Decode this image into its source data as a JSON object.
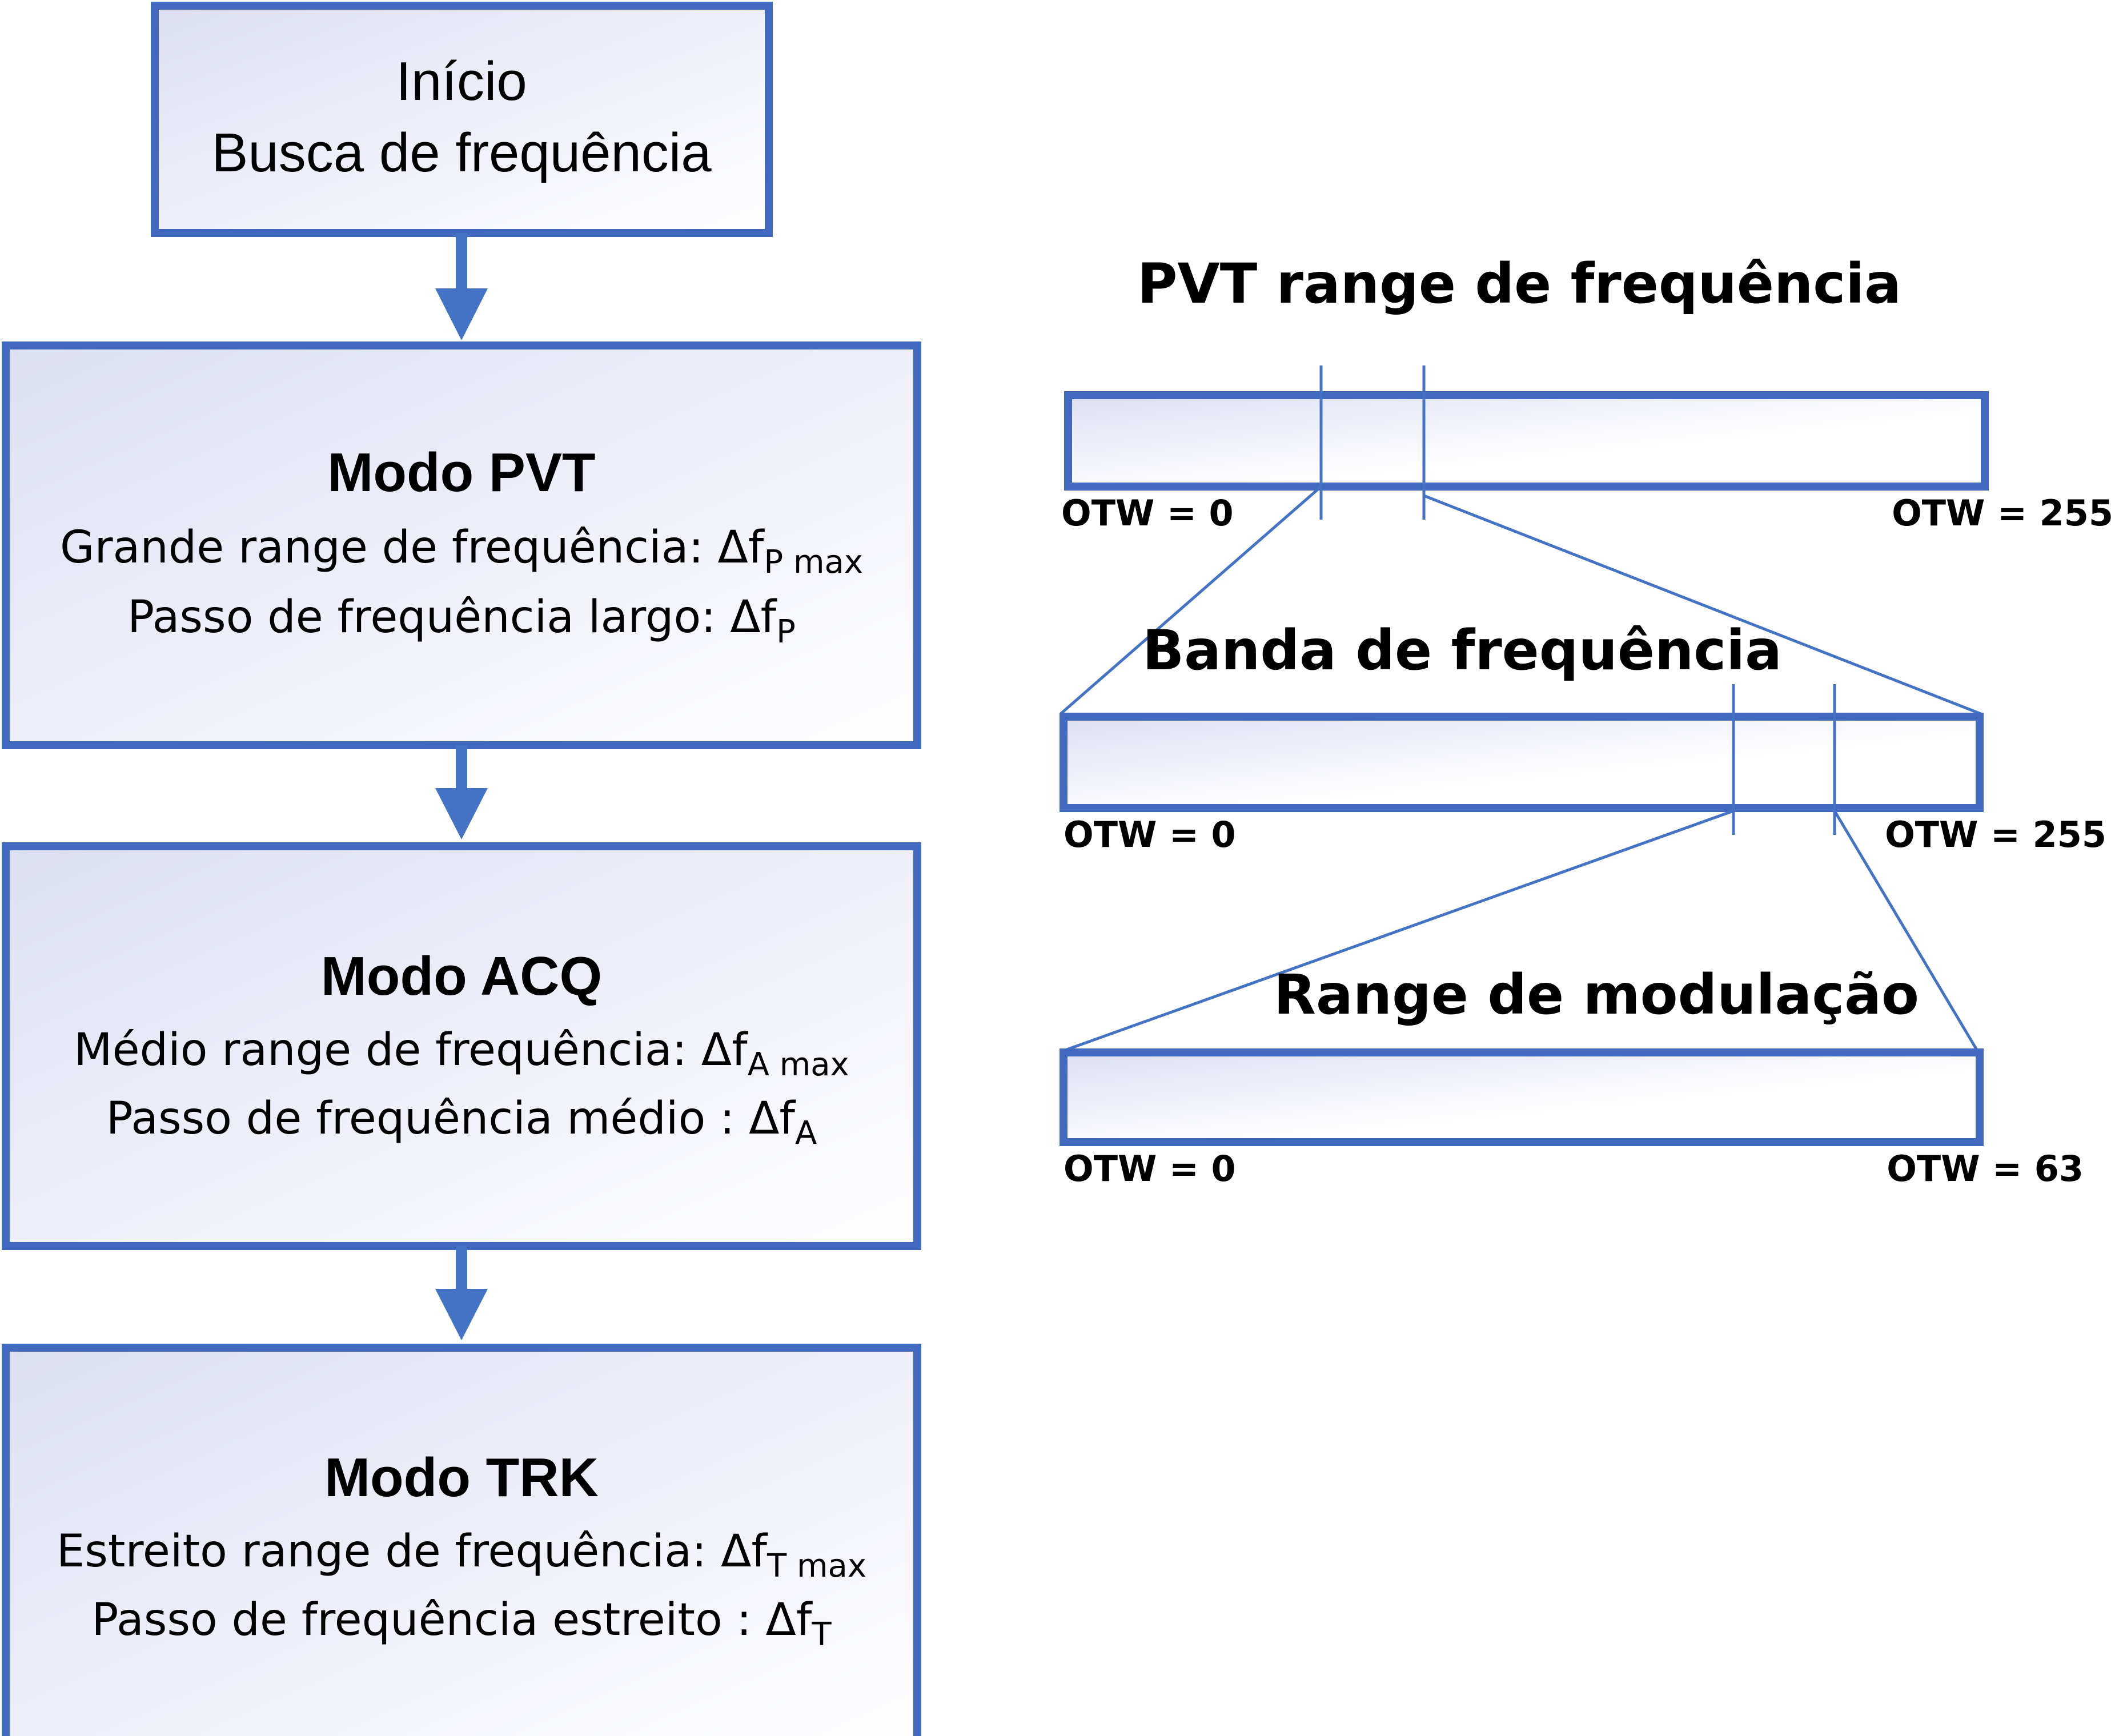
{
  "colors": {
    "accent": "#4472C4",
    "box_border": "#4169C0",
    "gradient_start": "#DCDFF2",
    "gradient_end": "#FFFFFF"
  },
  "flow": {
    "start": {
      "line1": "Início",
      "line2": "Busca de frequência"
    },
    "pvt": {
      "title": "Modo  PVT",
      "range_text": "Grande range de frequência: Δf",
      "range_sub": "P max",
      "step_text": "Passo de frequência largo: Δf",
      "step_sub": "P"
    },
    "acq": {
      "title": "Modo ACQ",
      "range_text": "Médio range de frequência: Δf",
      "range_sub": "A max",
      "step_text": "Passo  de frequência médio : Δf",
      "step_sub": "A"
    },
    "trk": {
      "title": "Modo TRK",
      "range_text": "Estreito range de frequência: Δf",
      "range_sub": "T max",
      "step_text": "Passo de frequência estreito : Δf",
      "step_sub": "T"
    }
  },
  "bars": {
    "pvt": {
      "title": "PVT range de frequência",
      "left_label": "OTW = 0",
      "right_label": "OTW = 255"
    },
    "band": {
      "title": "Banda de frequência",
      "left_label": "OTW = 0",
      "right_label": "OTW = 255"
    },
    "mod": {
      "title": "Range de modulação",
      "left_label": "OTW = 0",
      "right_label": "OTW = 63"
    }
  }
}
